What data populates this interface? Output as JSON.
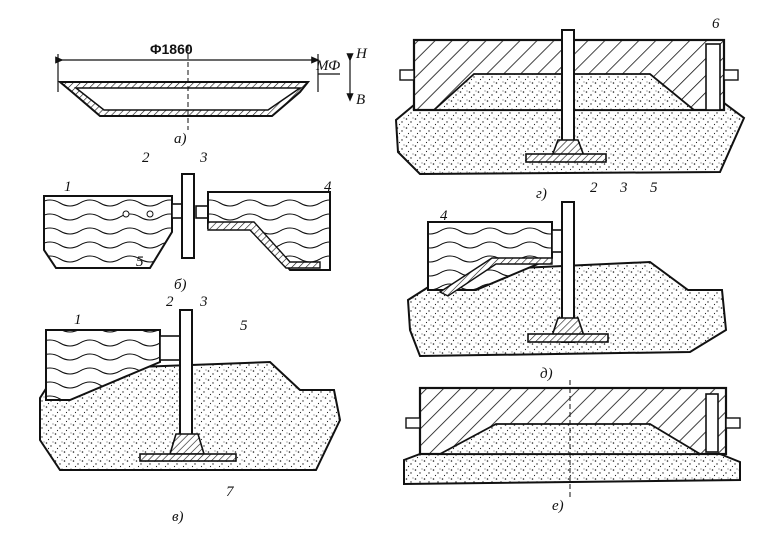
{
  "dimension": {
    "diameter": "Φ1860",
    "mf": "МФ",
    "up": "Н",
    "down": "В"
  },
  "panels": {
    "a": "а)",
    "b": "б)",
    "v": "в)",
    "g": "г)",
    "d": "д)",
    "e": "е)"
  },
  "numbers": {
    "b": [
      "1",
      "2",
      "3",
      "4",
      "5"
    ],
    "v": [
      "1",
      "2",
      "3",
      "5",
      "7"
    ],
    "g": [
      "6"
    ],
    "d": [
      "4",
      "2",
      "3",
      "5"
    ]
  }
}
